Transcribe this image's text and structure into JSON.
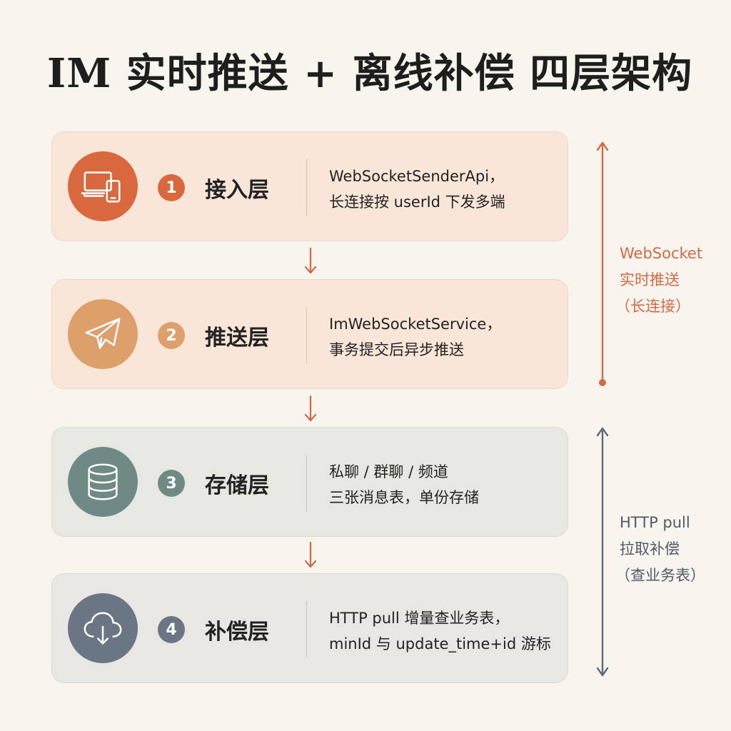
{
  "title": "IM 实时推送 + 离线补偿 四层架构",
  "colors": {
    "orange": "#d9683f",
    "tan": "#dea06a",
    "sage": "#6f8a85",
    "slate": "#6a7683",
    "arrow": "#d2694a",
    "ws_accent": "#d46a45",
    "http_accent": "#5f6b78"
  },
  "layers": [
    {
      "number": "1",
      "name": "接入层",
      "icon": "devices-icon",
      "desc_line1": "WebSocketSenderApi，",
      "desc_line2": "长连接按 userId 下发多端"
    },
    {
      "number": "2",
      "name": "推送层",
      "icon": "paper-plane-icon",
      "desc_line1": "ImWebSocketService，",
      "desc_line2": "事务提交后异步推送"
    },
    {
      "number": "3",
      "name": "存储层",
      "icon": "database-icon",
      "desc_line1": "私聊 / 群聊 / 频道",
      "desc_line2": "三张消息表，单份存储"
    },
    {
      "number": "4",
      "name": "补偿层",
      "icon": "cloud-download-icon",
      "desc_line1": "HTTP pull 增量查业务表，",
      "desc_line2": "minId 与 update_time+id 游标"
    }
  ],
  "side": {
    "websocket": {
      "line1": "WebSocket",
      "line2": "实时推送",
      "line3": "（长连接）"
    },
    "http": {
      "line1": "HTTP pull",
      "line2": "拉取补偿",
      "line3": "（查业务表）"
    }
  }
}
